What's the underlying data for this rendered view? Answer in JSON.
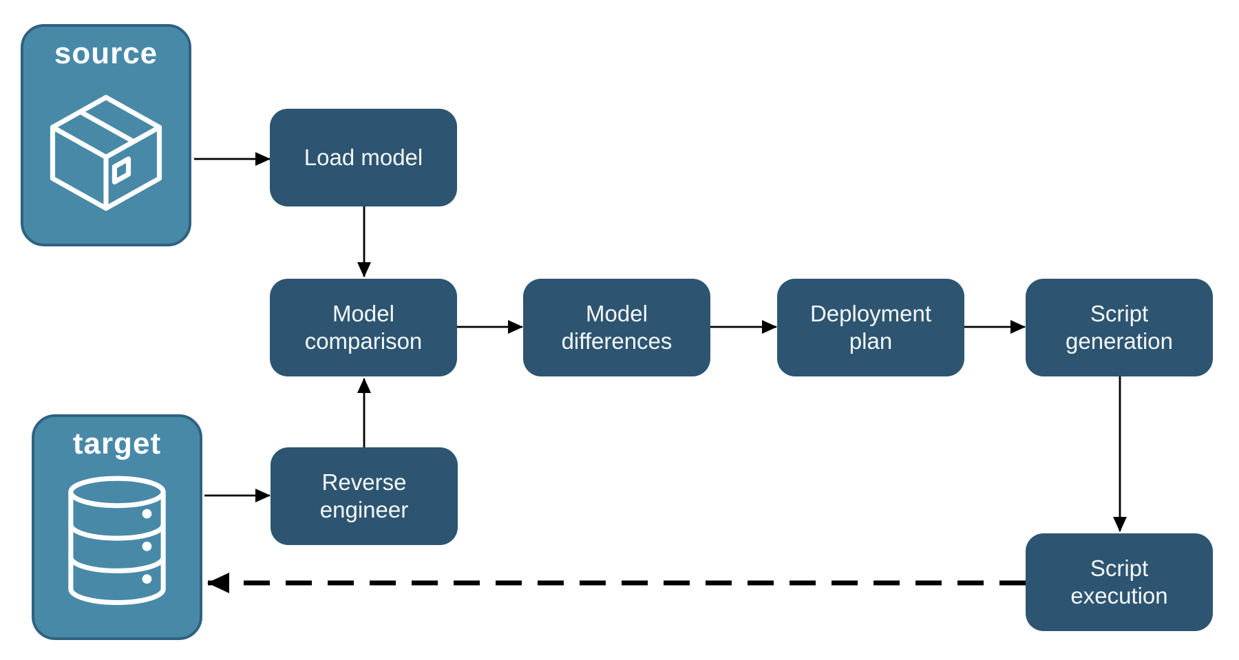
{
  "diagram": {
    "type": "flowchart",
    "background": "#ffffff",
    "colors": {
      "node_fill": "#2d5571",
      "node_text": "#f5f8fa",
      "endpoint_fill": "#4889a8",
      "endpoint_border": "#2f6181",
      "endpoint_text": "#ffffff",
      "arrow": "#000000"
    },
    "endpoints": [
      {
        "id": "source",
        "label": "source",
        "icon": "package-icon"
      },
      {
        "id": "target",
        "label": "target",
        "icon": "database-icon"
      }
    ],
    "nodes": [
      {
        "id": "load-model",
        "label": "Load model"
      },
      {
        "id": "model-comparison",
        "label": "Model comparison"
      },
      {
        "id": "model-differences",
        "label": "Model differences"
      },
      {
        "id": "deployment-plan",
        "label": "Deployment plan"
      },
      {
        "id": "script-generation",
        "label": "Script generation"
      },
      {
        "id": "reverse-engineer",
        "label": "Reverse engineer"
      },
      {
        "id": "script-execution",
        "label": "Script execution"
      }
    ],
    "edges": [
      {
        "from": "source",
        "to": "load-model",
        "style": "solid"
      },
      {
        "from": "load-model",
        "to": "model-comparison",
        "style": "solid"
      },
      {
        "from": "model-comparison",
        "to": "model-differences",
        "style": "solid"
      },
      {
        "from": "model-differences",
        "to": "deployment-plan",
        "style": "solid"
      },
      {
        "from": "deployment-plan",
        "to": "script-generation",
        "style": "solid"
      },
      {
        "from": "script-generation",
        "to": "script-execution",
        "style": "solid"
      },
      {
        "from": "target",
        "to": "reverse-engineer",
        "style": "solid"
      },
      {
        "from": "reverse-engineer",
        "to": "model-comparison",
        "style": "solid"
      },
      {
        "from": "script-execution",
        "to": "target",
        "style": "dashed"
      }
    ]
  }
}
